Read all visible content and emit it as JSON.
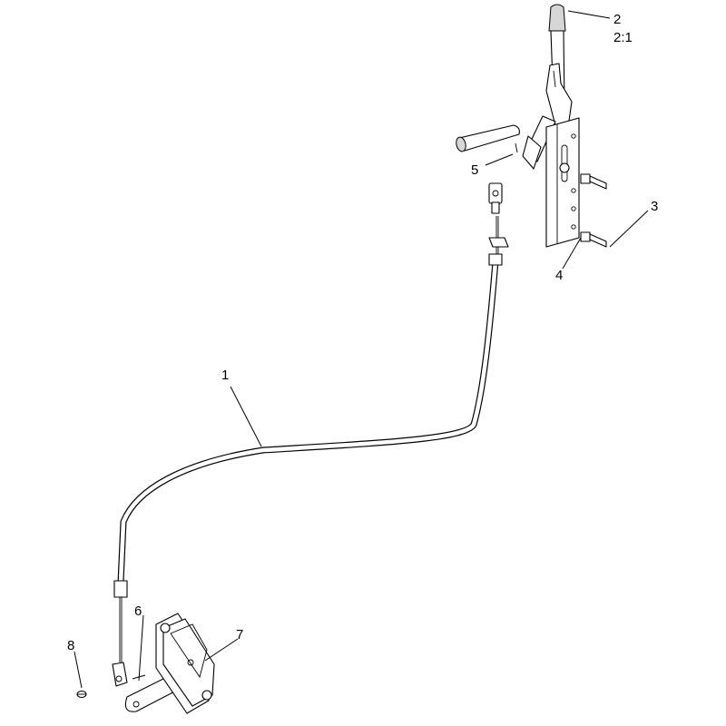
{
  "callouts": {
    "c1": "1",
    "c2": "2",
    "c2_scale": "2:1",
    "c3": "3",
    "c4": "4",
    "c5": "5",
    "c6": "6",
    "c7": "7",
    "c8": "8"
  }
}
